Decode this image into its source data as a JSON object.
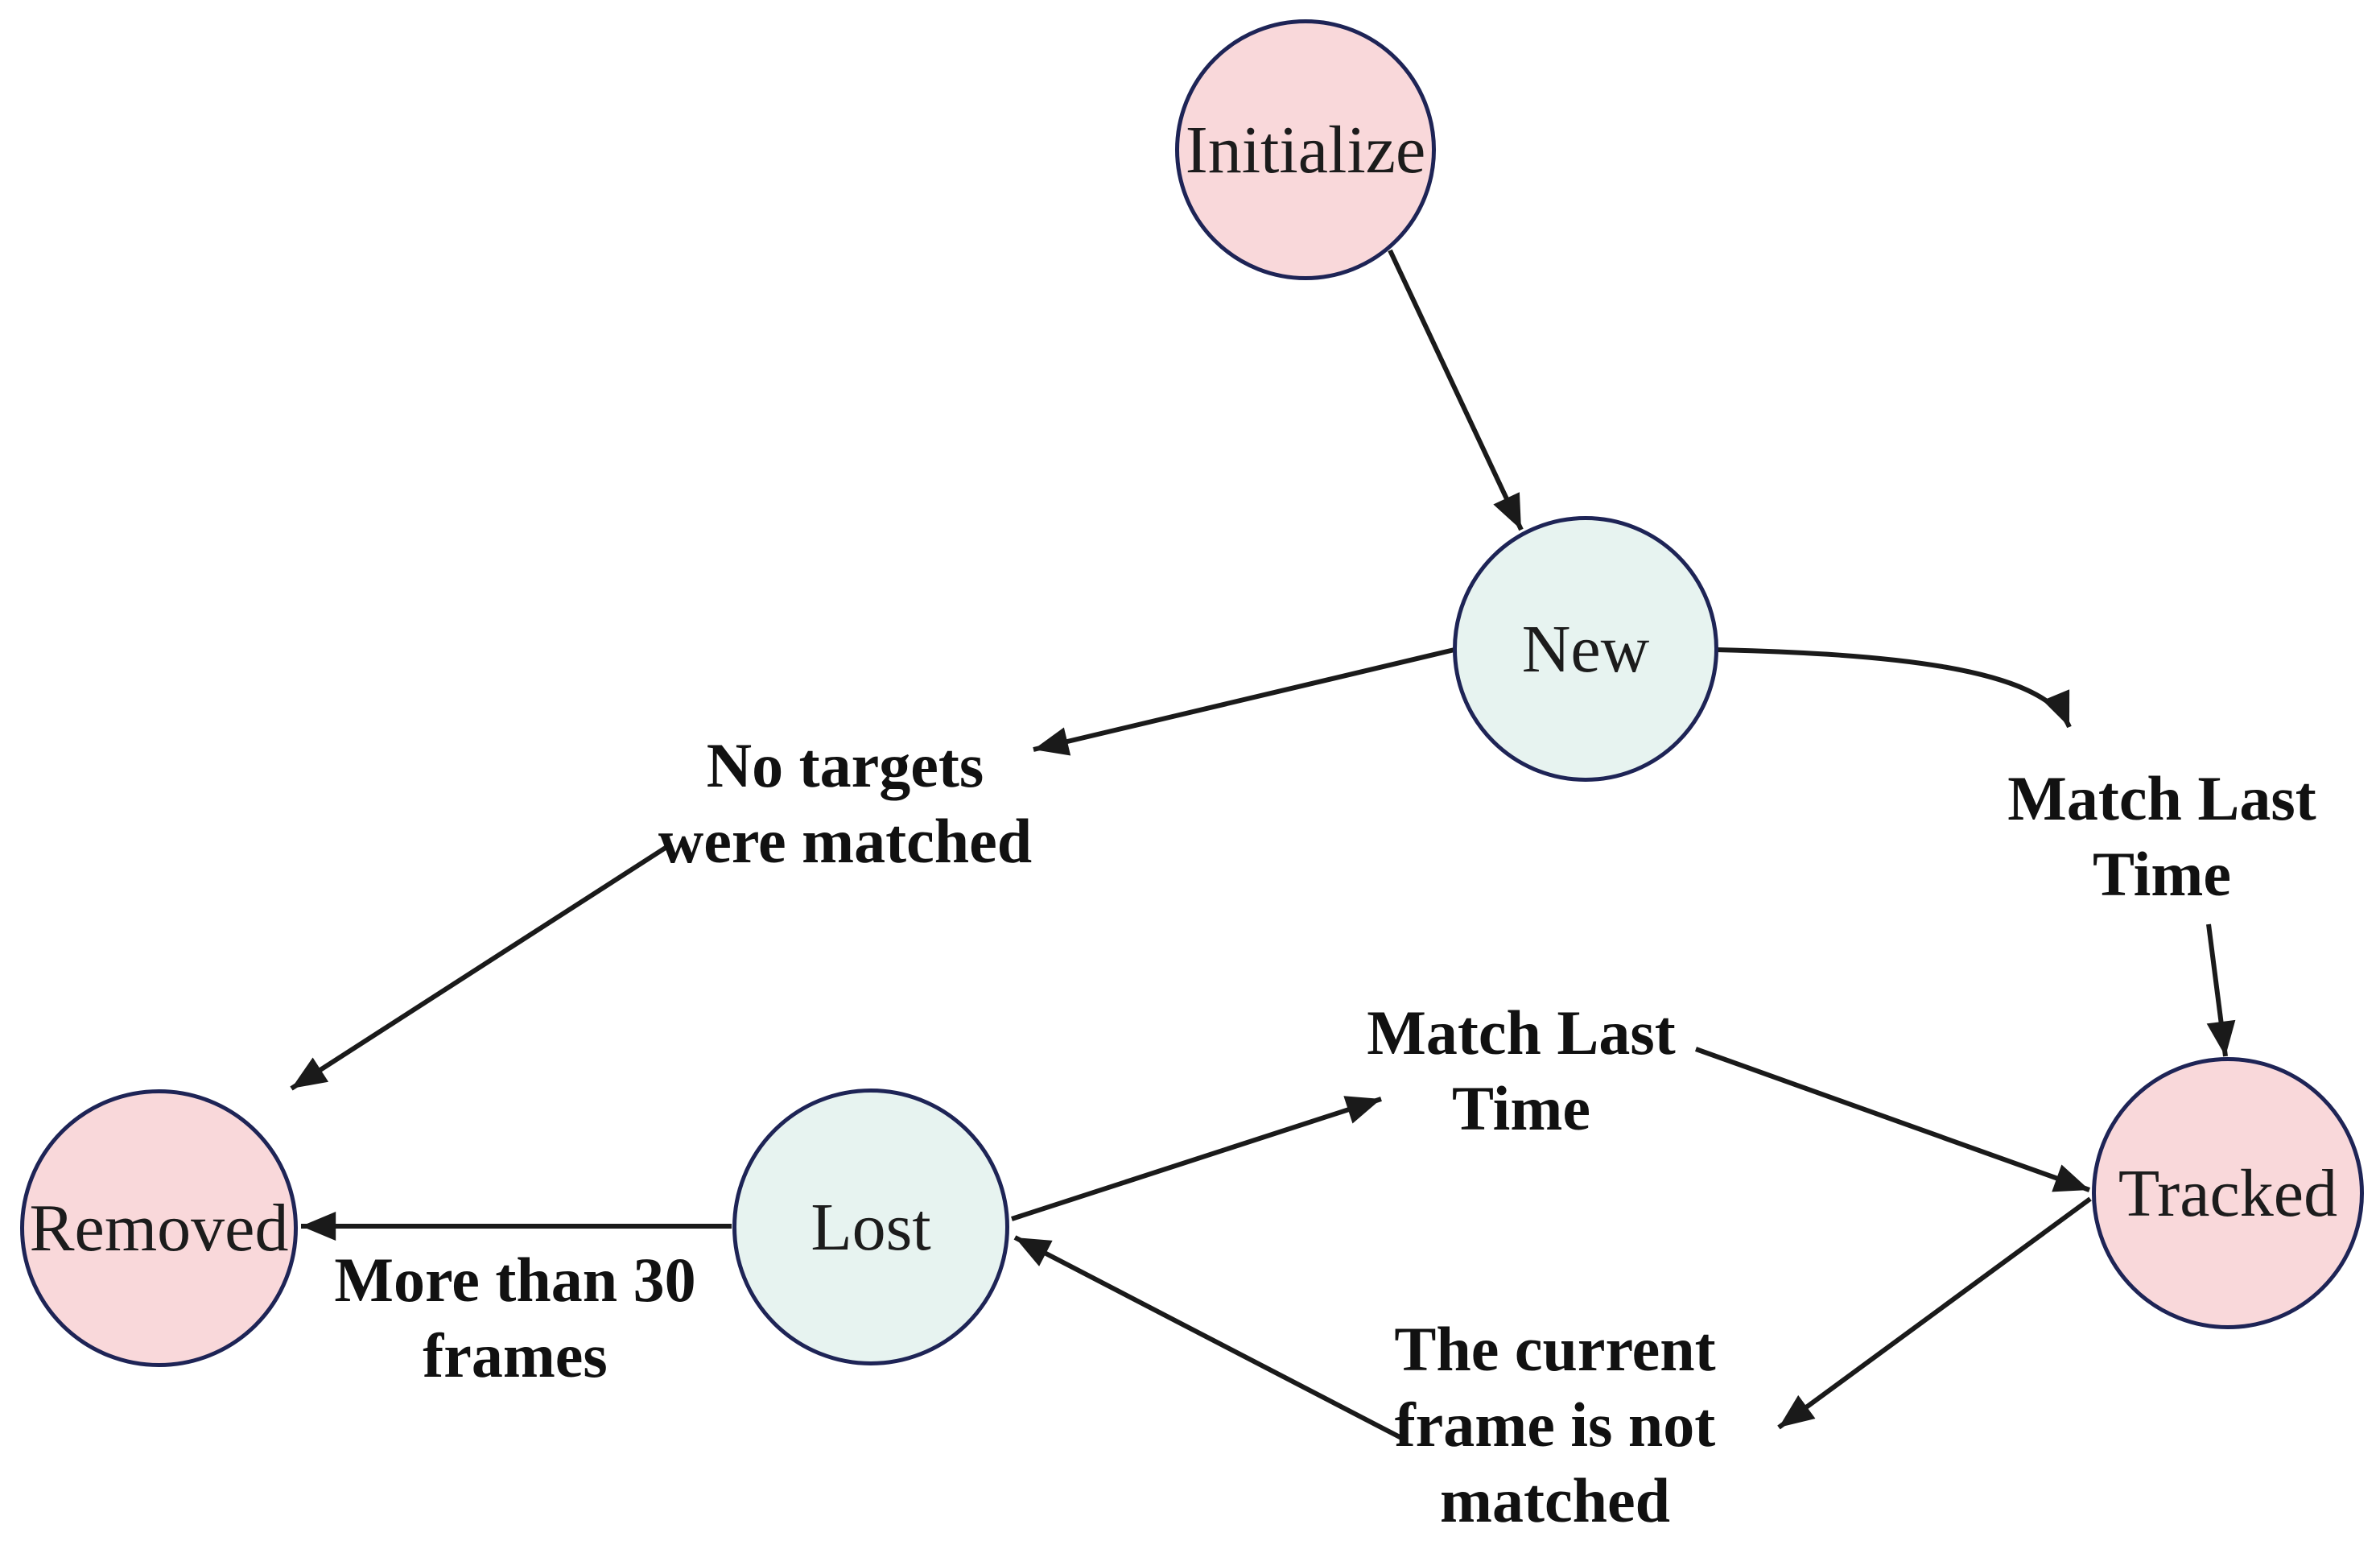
{
  "figure": {
    "description": "Target tracking state transition diagram",
    "colors": {
      "pink-fill": "#f9d8da",
      "teal-fill": "#e7f3f0",
      "node-border": "#1e2456",
      "arrow": "#1a1a1a",
      "label-text": "#111111",
      "node-text": "#1c1c1c",
      "background": "#ffffff"
    }
  },
  "nodes": [
    {
      "id": "initialize",
      "label": "Initialize",
      "fill": "pink"
    },
    {
      "id": "new",
      "label": "New",
      "fill": "teal"
    },
    {
      "id": "removed",
      "label": "Removed",
      "fill": "pink"
    },
    {
      "id": "lost",
      "label": "Lost",
      "fill": "teal"
    },
    {
      "id": "tracked",
      "label": "Tracked",
      "fill": "pink"
    }
  ],
  "edge_labels": [
    {
      "id": "no-targets",
      "lines": [
        "No targets",
        "were matched"
      ]
    },
    {
      "id": "match-last-right",
      "lines": [
        "Match Last",
        "Time"
      ]
    },
    {
      "id": "match-last-mid",
      "lines": [
        "Match Last",
        "Time"
      ]
    },
    {
      "id": "more-than-30",
      "lines": [
        "More than 30",
        "frames"
      ]
    },
    {
      "id": "current-frame",
      "lines": [
        "The current",
        "frame is not",
        "matched"
      ]
    }
  ],
  "edges": [
    {
      "from": "Initialize",
      "to": "New",
      "condition": ""
    },
    {
      "from": "New",
      "to": "Removed",
      "condition": "No targets were matched"
    },
    {
      "from": "New",
      "to": "Tracked",
      "condition": "Match Last Time"
    },
    {
      "from": "Lost",
      "to": "Tracked",
      "condition": "Match Last Time"
    },
    {
      "from": "Tracked",
      "to": "Lost",
      "condition": "The current frame is not matched"
    },
    {
      "from": "Lost",
      "to": "Removed",
      "condition": "More than 30 frames"
    }
  ]
}
